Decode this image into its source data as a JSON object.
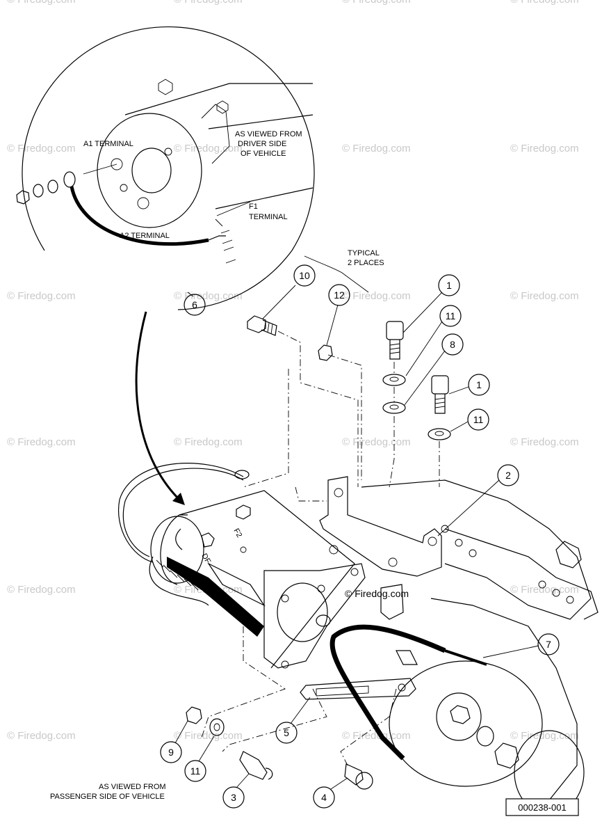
{
  "watermark": "© Firedog.com",
  "labels": {
    "a1_terminal": "A1 TERMINAL",
    "a2_terminal": "A2 TERMINAL",
    "f1_terminal_line1": "F1",
    "f1_terminal_line2": "TERMINAL",
    "driver_view_line1": "AS VIEWED FROM",
    "driver_view_line2": "DRIVER SIDE",
    "driver_view_line3": "OF VEHICLE",
    "typical_line1": "TYPICAL",
    "typical_line2": "2 PLACES",
    "passenger_view_line1": "AS VIEWED FROM",
    "passenger_view_line2": "PASSENGER SIDE OF VEHICLE",
    "terminal_f2": "F2",
    "terminal_df": "DF"
  },
  "callouts": {
    "c1a": "1",
    "c1b": "1",
    "c2": "2",
    "c3": "3",
    "c4": "4",
    "c5": "5",
    "c6": "6",
    "c7": "7",
    "c8": "8",
    "c9": "9",
    "c10": "10",
    "c11a": "11",
    "c11b": "11",
    "c11c": "11",
    "c12": "12"
  },
  "reference_number": "000238-001"
}
